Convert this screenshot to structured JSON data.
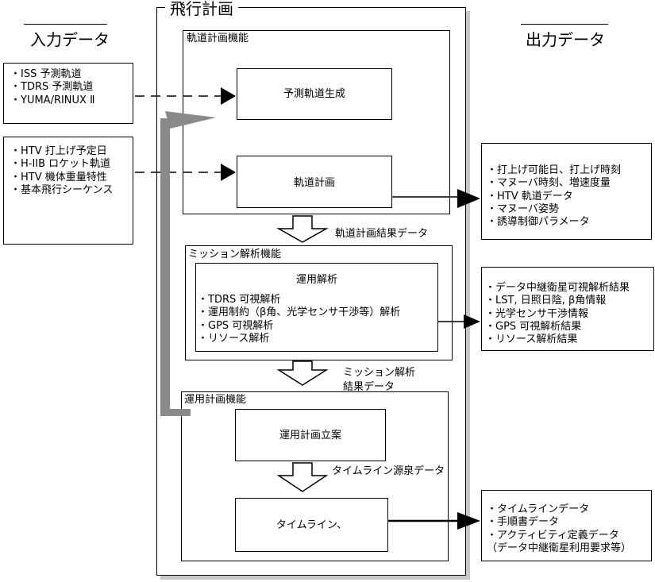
{
  "headers": {
    "input": "入力データ",
    "flight_plan": "飛行計画",
    "output": "出力データ"
  },
  "inputs": {
    "group1": [
      "・ISS 予測軌道",
      "・TDRS 予測軌道",
      "・YUMA/RINUX Ⅱ"
    ],
    "group2": [
      "・HTV 打上げ予定日",
      "・H-IIB ロケット軌道",
      "・HTV 機体重量特性",
      "・基本飛行シーケンス"
    ]
  },
  "orbit_function": {
    "title": "軌道計画機能",
    "predict": "予測軌道生成",
    "plan": "軌道計画",
    "result_label": "軌道計画結果データ"
  },
  "mission_function": {
    "title": "ミッション解析機能",
    "inner_title": "運用解析",
    "items": [
      "・TDRS 可視解析",
      "・運用制約（β角、光学センサ干渉等）解析",
      "・GPS 可視解析",
      "・リソース解析"
    ],
    "result_label_1": "ミッション解析",
    "result_label_2": "結果データ"
  },
  "ops_function": {
    "title": "運用計画機能",
    "plan": "運用計画立案",
    "source_label": "タイムライン源泉データ",
    "timeline": "タイムライン、"
  },
  "outputs": {
    "group1": [
      "・打上げ可能日、打上げ時刻",
      "・マヌーバ時刻、増速度量",
      "・HTV 軌道データ",
      "・マヌーバ姿勢",
      "・誘導制御パラメータ"
    ],
    "group2": [
      "・データ中継衛星可視解析結果",
      "・LST, 日照日陰, β角情報",
      "・光学センサ干渉情報",
      "・GPS 可視解析結果",
      "・リソース解析結果"
    ],
    "group3": [
      "・タイムラインデータ",
      "・手順書データ",
      "・アクティビティ定義データ",
      "（データ中継衛星利用要求等）"
    ]
  }
}
